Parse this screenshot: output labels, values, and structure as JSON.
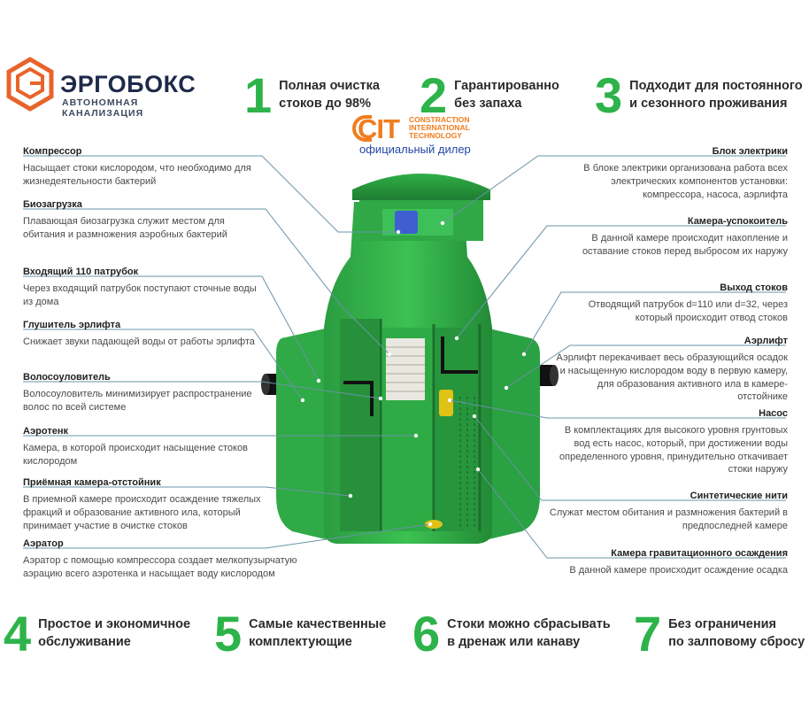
{
  "logo": {
    "brand": "ЭРГОБОКС",
    "subtitle": "АВТОНОМНАЯ КАНАЛИЗАЦИЯ"
  },
  "features_top": [
    {
      "num": "1",
      "line1": "Полная очистка",
      "line2": "стоков до 98%"
    },
    {
      "num": "2",
      "line1": "Гарантированно",
      "line2": "без запаха"
    },
    {
      "num": "3",
      "line1": "Подходит для постоянного",
      "line2": "и сезонного проживания"
    }
  ],
  "features_bottom": [
    {
      "num": "4",
      "line1": "Простое и экономичное",
      "line2": "обслуживание"
    },
    {
      "num": "5",
      "line1": "Самые качественные",
      "line2": "комплектующие"
    },
    {
      "num": "6",
      "line1": "Стоки можно сбрасывать",
      "line2": "в дренаж или канаву"
    },
    {
      "num": "7",
      "line1": "Без ограничения",
      "line2": "по залповому сбросу"
    }
  ],
  "dealer": {
    "logo_text": "CIT",
    "logo_line1": "CONSTRACTION",
    "logo_line2": "INTERNATIONAL",
    "logo_line3": "TECHNOLOGY",
    "label": "официальный дилер"
  },
  "left_callouts": [
    {
      "title": "Компрессор",
      "desc": "Насыщает стоки кислородом, что необходимо для жизнедеятельности бактерий"
    },
    {
      "title": "Биозагрузка",
      "desc": "Плавающая биозагрузка служит местом для обитания и размножения аэробных бактерий"
    },
    {
      "title": "Входящий 110 патрубок",
      "desc": "Через входящий патрубок поступают сточные воды из дома"
    },
    {
      "title": "Глушитель эрлифта",
      "desc": "Снижает звуки падающей воды от работы эрлифта"
    },
    {
      "title": "Волосоуловитель",
      "desc": "Волосоуловитель минимизирует распространение волос по всей системе"
    },
    {
      "title": "Аэротенк",
      "desc": "Камера, в которой происходит насыщение стоков кислородом"
    },
    {
      "title": "Приёмная камера-отстойник",
      "desc": "В приемной камере происходит осаждение тяжелых фракций и образование активного ила, который принимает участие в очистке стоков"
    },
    {
      "title": "Аэратор",
      "desc": "Аэратор с помощью компрессора создает мелкопузырчатую аэрацию всего аэротенка и насыщает воду кислородом"
    }
  ],
  "right_callouts": [
    {
      "title": "Блок электрики",
      "desc": "В блоке электрики организована работа всех электрических компонентов установки: компрессора, насоса, аэрлифта"
    },
    {
      "title": "Камера-успокоитель",
      "desc": "В данной камере происходит накопление и оставание стоков перед выбросом их наружу"
    },
    {
      "title": "Выход стоков",
      "desc": "Отводящий патрубок d=110 или d=32, через который происходит отвод стоков"
    },
    {
      "title": "Аэрлифт",
      "desc": "Аэрлифт перекачивает весь образующийся осадок и насыщенную кислородом воду в первую камеру, для образования активного ила в камере-отстойнике"
    },
    {
      "title": "Насос",
      "desc": "В комплектациях для высокого уровня грунтовых вод есть насос, который, при достижении воды определенного уровня, принудительно откачивает стоки наружу"
    },
    {
      "title": "Синтетические нити",
      "desc": "Служат местом обитания и размножения бактерий в предпоследней камере"
    },
    {
      "title": "Камера гравитационного осаждения",
      "desc": "В данной камере происходит осаждение осадка"
    }
  ],
  "colors": {
    "green": "#2db34a",
    "tank_green": "#33b04a",
    "tank_dark": "#1f8a35",
    "brand_orange": "#e8642a",
    "text": "#2b2b2b"
  }
}
